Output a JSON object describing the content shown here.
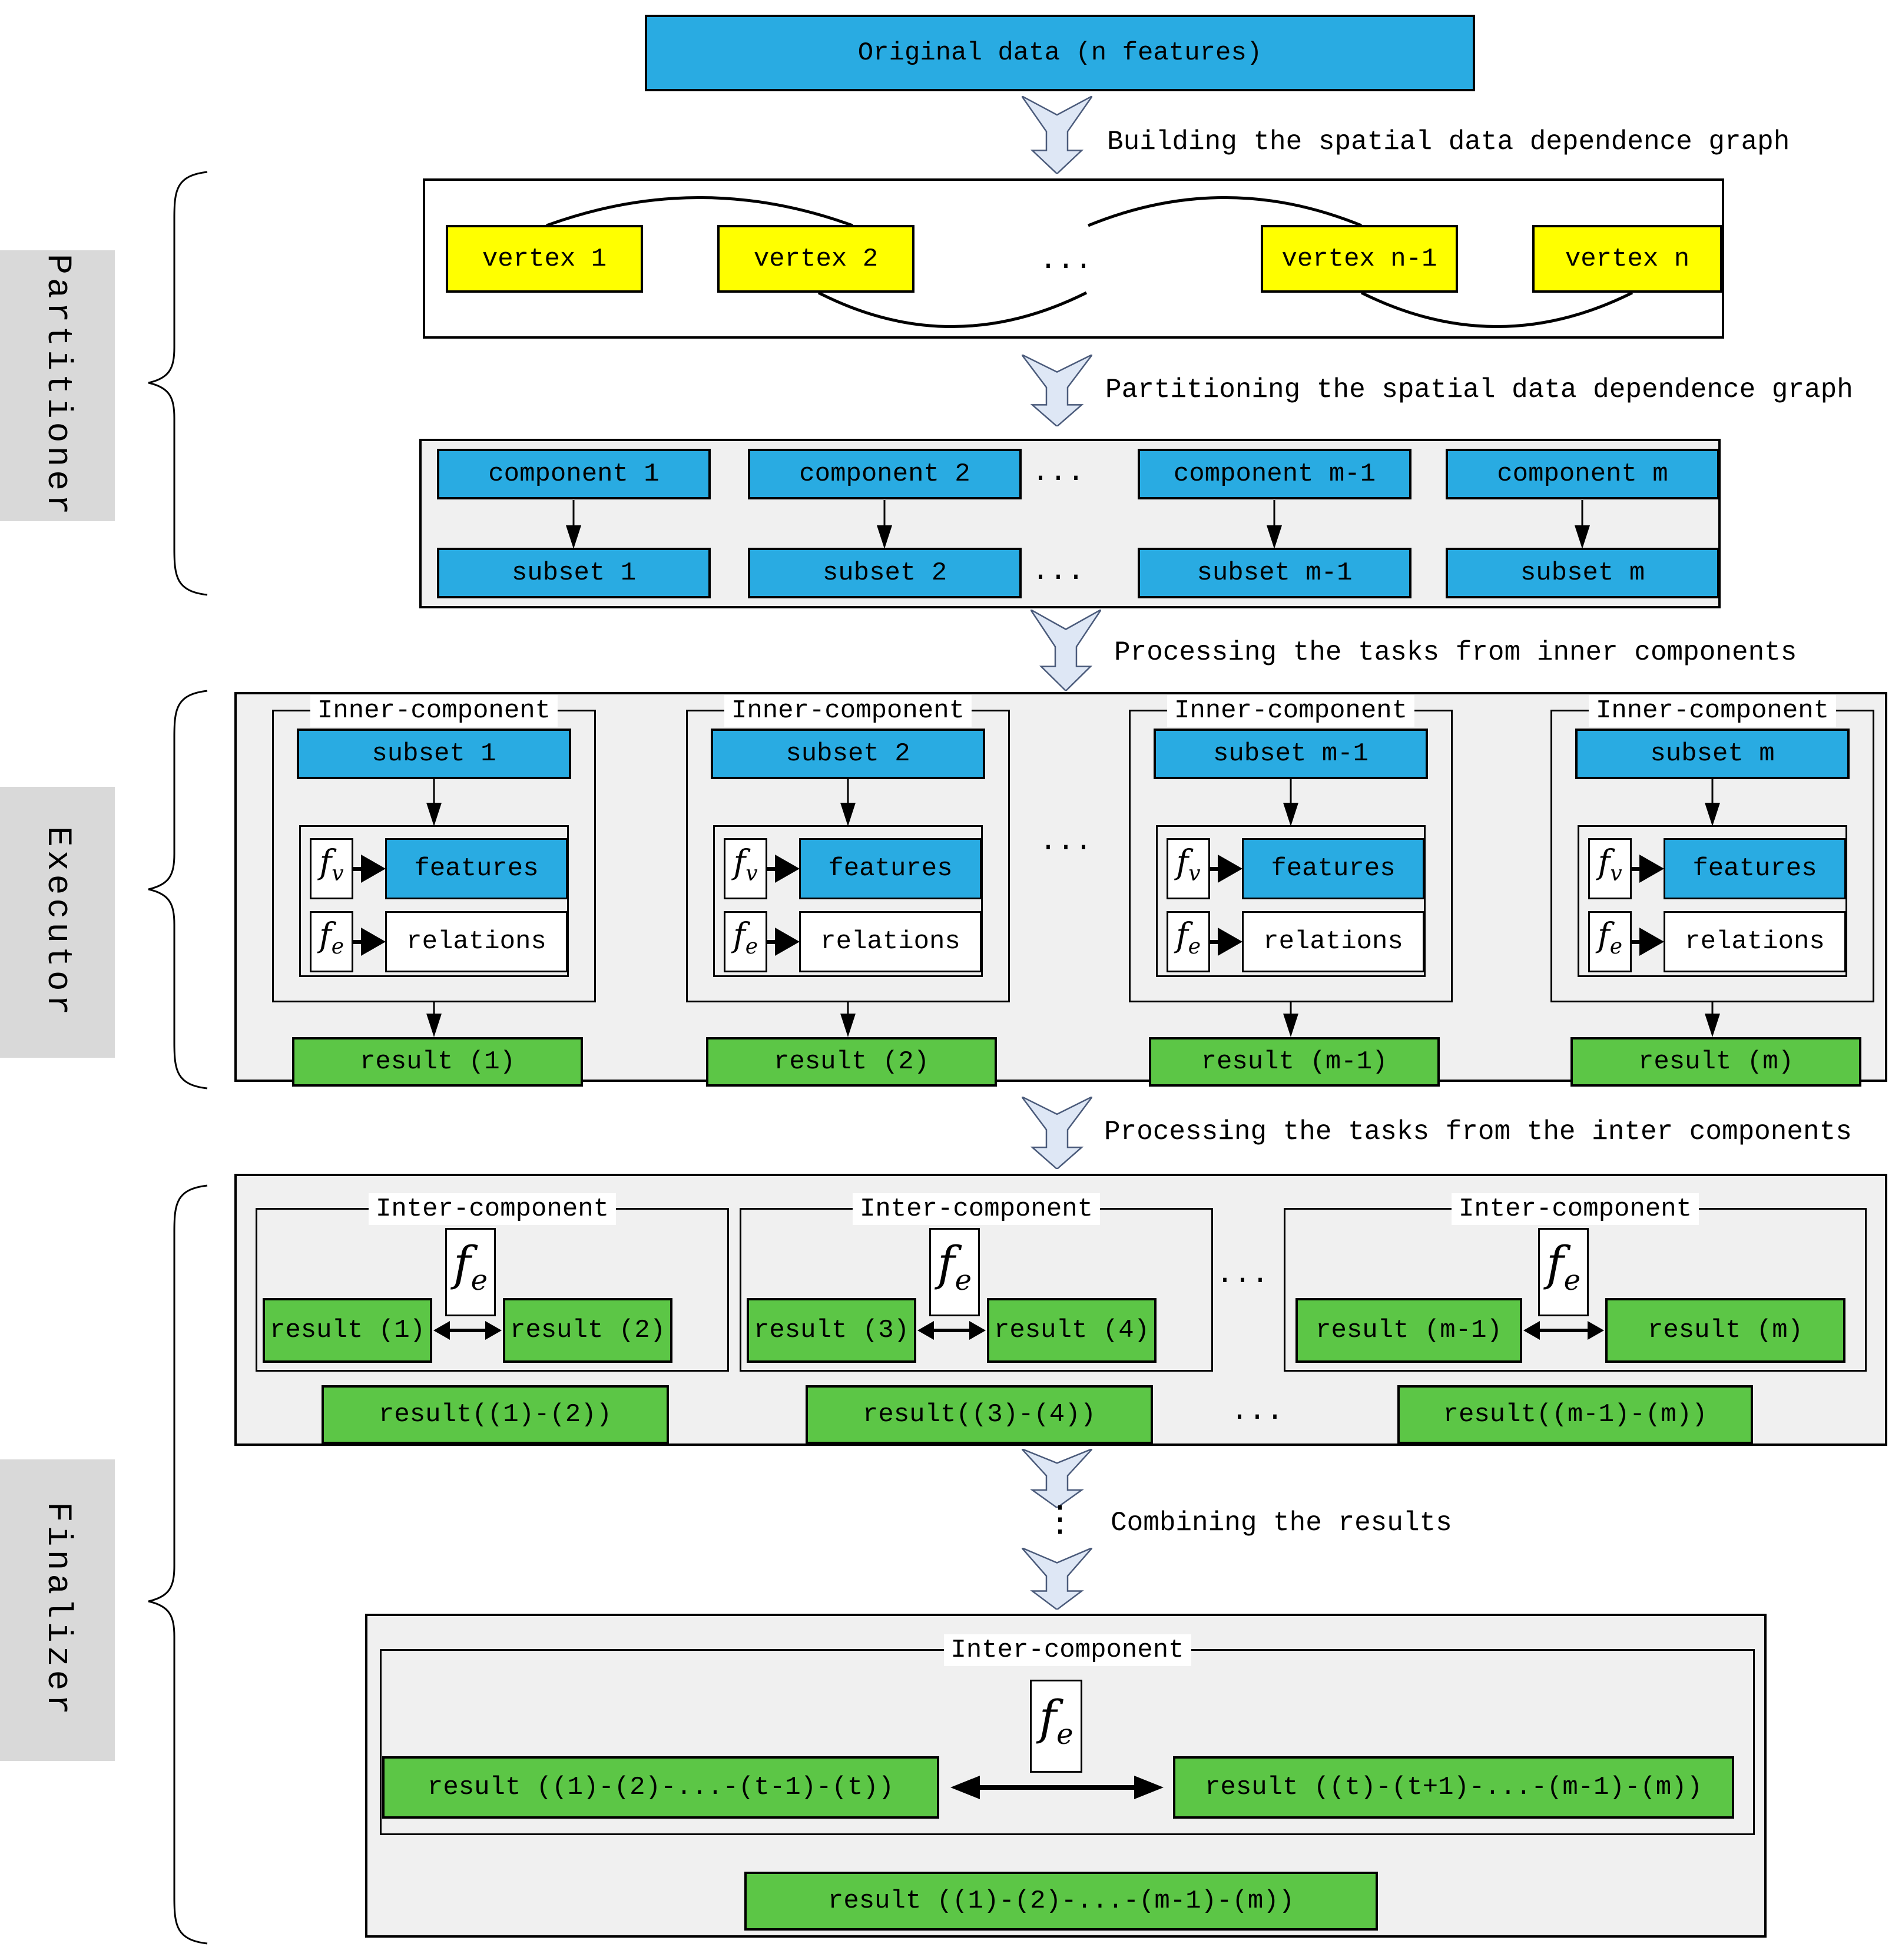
{
  "colors": {
    "blue": "#29ABE2",
    "yellow": "#FFFF00",
    "green": "#5CC646",
    "panel": "#F0F0F0",
    "side": "#D9D9D9",
    "arrowfill": "#DEE7F5",
    "arrowstroke": "#4A5A7A",
    "border": "#000000",
    "white": "#FFFFFF"
  },
  "side": {
    "partitioner": "Partitioner",
    "executor": "Executor",
    "finalizer": "Finalizer"
  },
  "top_box": "Original data (n features)",
  "steps": {
    "build": "Building the spatial data dependence graph",
    "partition": "Partitioning the spatial data dependence graph",
    "inner": "Processing the tasks from inner components",
    "inter": "Processing the tasks from the inter components",
    "combine": "Combining the results"
  },
  "ellipsis": "...",
  "vdots": "⋮",
  "symbols": {
    "f": "f",
    "v": "v",
    "e": "e"
  },
  "vertex_row": {
    "v1": "vertex 1",
    "v2": "vertex 2",
    "vn1": "vertex n-1",
    "vn": "vertex n"
  },
  "partition_row": {
    "c1": "component 1",
    "c2": "component 2",
    "c3": "component m-1",
    "c4": "component m",
    "s1": "subset 1",
    "s2": "subset 2",
    "s3": "subset m-1",
    "s4": "subset m"
  },
  "executor_row": {
    "title": "Inner-component",
    "features": "features",
    "relations": "relations",
    "units": [
      {
        "subset": "subset 1",
        "result": "result (1)"
      },
      {
        "subset": "subset 2",
        "result": "result (2)"
      },
      {
        "subset": "subset m-1",
        "result": "result (m-1)"
      },
      {
        "subset": "subset m",
        "result": "result (m)"
      }
    ]
  },
  "inter_row": {
    "title": "Inter-component",
    "pairs": [
      {
        "left": "result (1)",
        "right": "result (2)",
        "combined": "result((1)-(2))"
      },
      {
        "left": "result (3)",
        "right": "result (4)",
        "combined": "result((3)-(4))"
      },
      {
        "left": "result (m-1)",
        "right": "result (m)",
        "combined": "result((m-1)-(m))"
      }
    ]
  },
  "final_row": {
    "title": "Inter-component",
    "left": "result ((1)-(2)-...-(t-1)-(t))",
    "right": "result ((t)-(t+1)-...-(m-1)-(m))",
    "combined": "result ((1)-(2)-...-(m-1)-(m))"
  }
}
